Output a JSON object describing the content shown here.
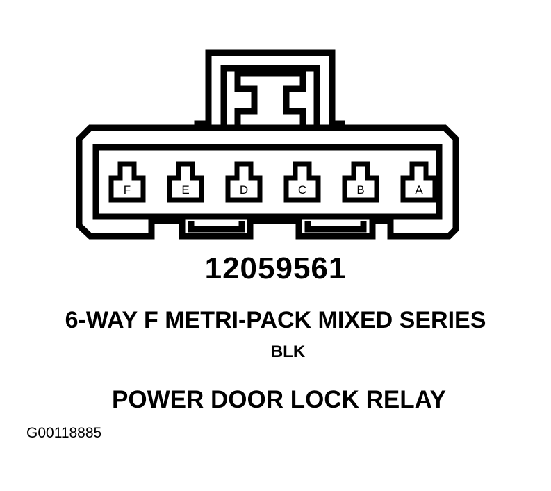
{
  "connector": {
    "pins": [
      "F",
      "E",
      "D",
      "C",
      "B",
      "A"
    ]
  },
  "part_number": "12059561",
  "description": "6-WAY F METRI-PACK MIXED SERIES",
  "color": "BLK",
  "title": "POWER DOOR LOCK RELAY",
  "figure_id": "G00118885"
}
